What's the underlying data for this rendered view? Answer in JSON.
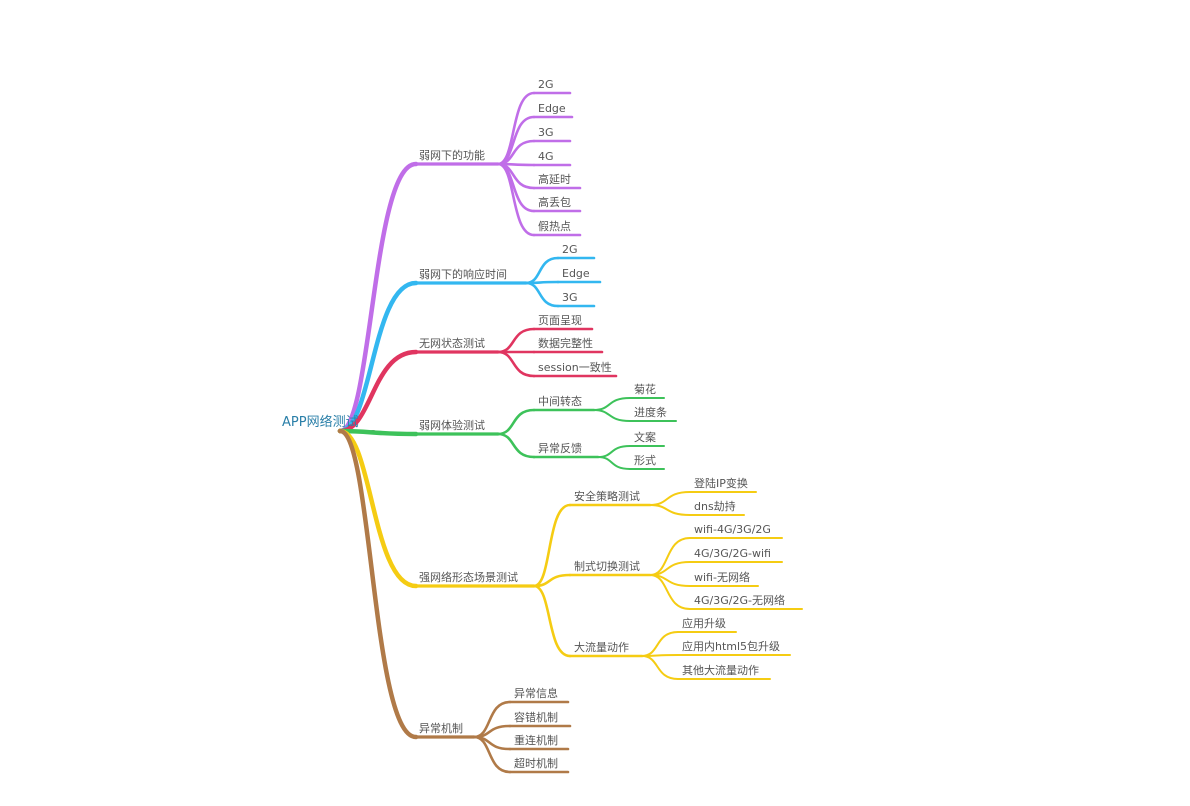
{
  "root": "APP网络测试",
  "branches": [
    {
      "label": "弱网下的功能",
      "color": "#c06ee8",
      "children": [
        {
          "label": "2G"
        },
        {
          "label": "Edge"
        },
        {
          "label": "3G"
        },
        {
          "label": "4G"
        },
        {
          "label": "高延时"
        },
        {
          "label": "高丢包"
        },
        {
          "label": "假热点"
        }
      ]
    },
    {
      "label": "弱网下的响应时间",
      "color": "#33b7f0",
      "children": [
        {
          "label": "2G"
        },
        {
          "label": "Edge"
        },
        {
          "label": "3G"
        }
      ]
    },
    {
      "label": "无网状态测试",
      "color": "#e03560",
      "children": [
        {
          "label": "页面呈现"
        },
        {
          "label": "数据完整性"
        },
        {
          "label": "session一致性"
        }
      ]
    },
    {
      "label": "弱网体验测试",
      "color": "#3dc25a",
      "children": [
        {
          "label": "中间转态",
          "children": [
            {
              "label": "菊花"
            },
            {
              "label": "进度条"
            }
          ]
        },
        {
          "label": "异常反馈",
          "children": [
            {
              "label": "文案"
            },
            {
              "label": "形式"
            }
          ]
        }
      ]
    },
    {
      "label": "强网络形态场景测试",
      "color": "#f5cc13",
      "children": [
        {
          "label": "安全策略测试",
          "children": [
            {
              "label": "登陆IP变换"
            },
            {
              "label": "dns劫持"
            }
          ]
        },
        {
          "label": "制式切换测试",
          "children": [
            {
              "label": "wifi-4G/3G/2G"
            },
            {
              "label": "4G/3G/2G-wifi"
            },
            {
              "label": "wifi-无网络"
            },
            {
              "label": "4G/3G/2G-无网络"
            }
          ]
        },
        {
          "label": "大流量动作",
          "children": [
            {
              "label": "应用升级"
            },
            {
              "label": "应用内html5包升级"
            },
            {
              "label": "其他大流量动作"
            }
          ]
        }
      ]
    },
    {
      "label": "异常机制",
      "color": "#b07a48",
      "children": [
        {
          "label": "异常信息"
        },
        {
          "label": "容错机制"
        },
        {
          "label": "重连机制"
        },
        {
          "label": "超时机制"
        }
      ]
    }
  ]
}
